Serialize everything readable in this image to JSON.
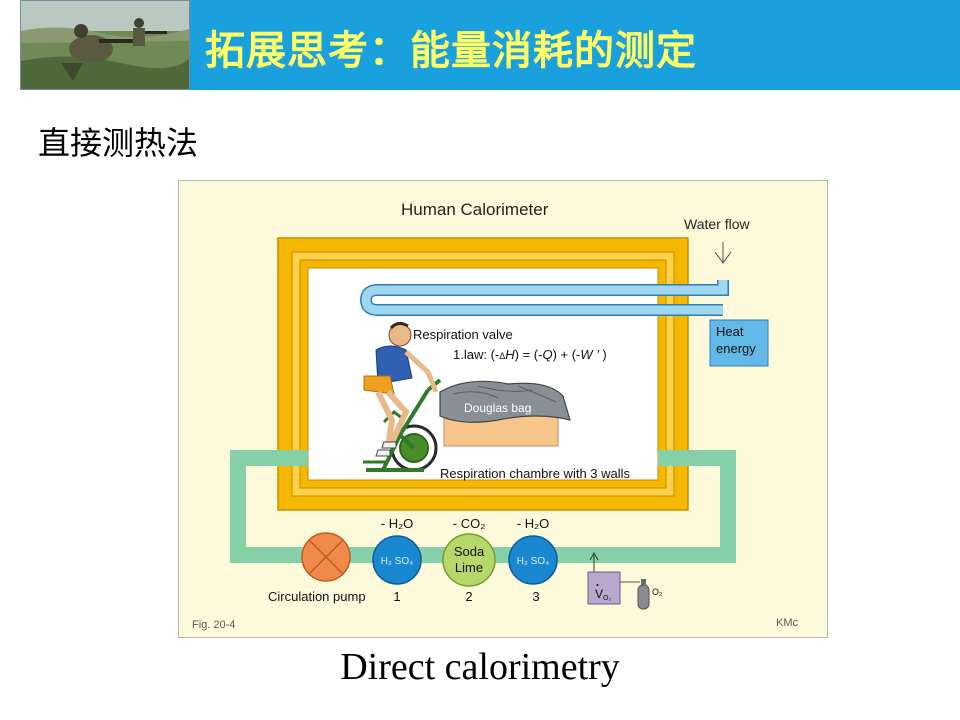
{
  "header": {
    "title": "拓展思考：能量消耗的测定",
    "colors": {
      "bar": "#1aa0dc",
      "title_text": "#ffff66"
    },
    "photo_icon": "soldiers-photo"
  },
  "subtitle": "直接测热法",
  "diagram": {
    "title": "Human Calorimeter",
    "water_flow": "Water flow",
    "heat_energy": [
      "Heat",
      "energy"
    ],
    "respiration_valve": "Respiration valve",
    "law_prefix": "1.law: (-",
    "law_delta": "Δ",
    "law_H": "H",
    "law_mid": ") = (-",
    "law_Q": "Q",
    "law_mid2": ") + (-",
    "law_W": "W '",
    "law_end": " )",
    "douglas_bag": "Douglas bag",
    "chamber": "Respiration chambre with 3 walls",
    "circulation_pump": "Circulation pump",
    "absorber1": {
      "top_label": "- H₂O",
      "inner": "H₂ SO₄",
      "number": "1"
    },
    "absorber2": {
      "top_label": "- CO₂",
      "inner": [
        "Soda",
        "Lime"
      ],
      "number": "2"
    },
    "absorber3": {
      "top_label": "- H₂O",
      "inner": "H₂ SO₄",
      "number": "3"
    },
    "vo2": "V",
    "vo2_sub": "O₂",
    "o2": "O₂",
    "fig": "Fig. 20-4",
    "credit": "KMc",
    "colors": {
      "background": "#fdfadc",
      "wall_yellow": "#f5b800",
      "pipe_blue": "#8fd0ef",
      "pipe_green": "#86d0a8",
      "absorber_blue": "#1a88d0",
      "soda_green": "#b6d86a",
      "heat_box": "#62b8e6",
      "pump_orange": "#f08a4a"
    }
  },
  "caption": "Direct calorimetry"
}
